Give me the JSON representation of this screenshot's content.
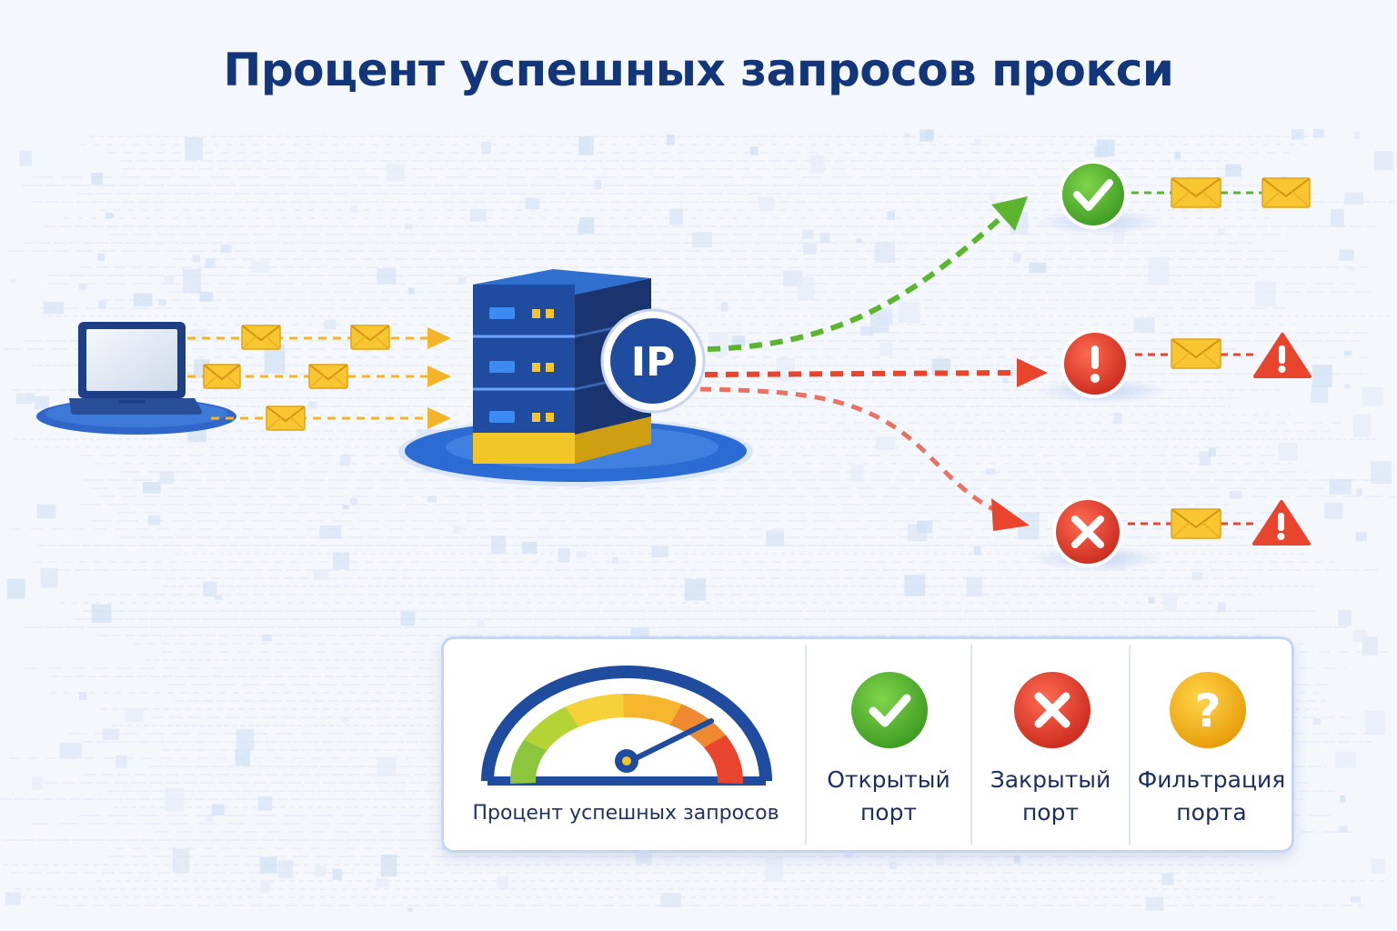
{
  "title": "Процент успешных запросов прокси",
  "server_badge": "IP",
  "legend": {
    "gauge_label": "Процент успешных запросов",
    "items": [
      {
        "label_line1": "Открытый",
        "label_line2": "порт",
        "icon": "check-icon",
        "color": "#48b02f"
      },
      {
        "label_line1": "Закрытый",
        "label_line2": "порт",
        "icon": "cross-icon",
        "color": "#e3402c"
      },
      {
        "label_line1": "Фильтрация",
        "label_line2": "порта",
        "icon": "question-icon",
        "color": "#f2b011"
      }
    ]
  },
  "colors": {
    "title": "#13357a",
    "server": "#1f4c9e",
    "success": "#5db52f",
    "error": "#e3402c",
    "envelope": "#f8c630",
    "request_arrow": "#f2b52a"
  }
}
